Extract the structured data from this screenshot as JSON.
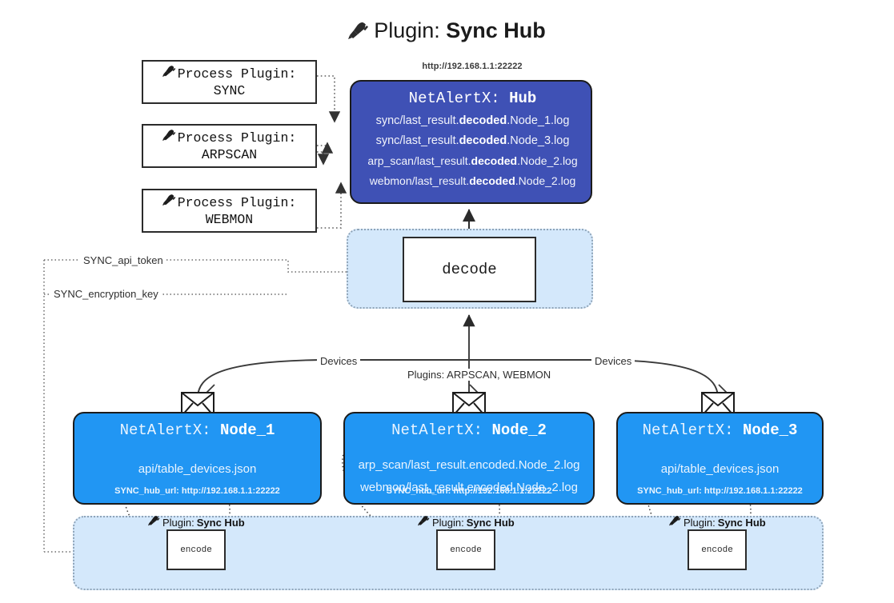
{
  "title": {
    "icon": "plug-icon",
    "prefix": "Plugin:",
    "name": "Sync Hub"
  },
  "hub": {
    "url": "http://192.168.1.1:22222",
    "label_prefix": "NetAlertX:",
    "label_name": "Hub",
    "lines": [
      {
        "pre": "sync/last_result.",
        "mid": "decoded",
        "post": ".Node_1.log"
      },
      {
        "pre": "sync/last_result.",
        "mid": "decoded",
        "post": ".Node_3.log"
      },
      {
        "pre": "arp_scan/last_result.",
        "mid": "decoded",
        "post": ".Node_2.log"
      },
      {
        "pre": "webmon/last_result.",
        "mid": "decoded",
        "post": ".Node_2.log"
      }
    ],
    "fill": "#3f51b5"
  },
  "process_plugins": [
    {
      "icon": "plug-icon",
      "line1": "Process Plugin:",
      "line2": "SYNC"
    },
    {
      "icon": "plug-icon",
      "line1": "Process Plugin:",
      "line2": "ARPSCAN"
    },
    {
      "icon": "plug-icon",
      "line1": "Process Plugin:",
      "line2": "WEBMON"
    }
  ],
  "decode": {
    "label": "decode",
    "band_fill": "#d4e8fb"
  },
  "edge_labels": {
    "devices_left": "Devices",
    "devices_right": "Devices",
    "plugins_mid": "Plugins: ARPSCAN, WEBMON",
    "api_token": "SYNC_api_token",
    "encryption_key": "SYNC_encryption_key"
  },
  "nodes": [
    {
      "title_prefix": "NetAlertX:",
      "title_name": "Node_1",
      "lines": [
        "api/table_devices.json"
      ],
      "footer": "SYNC_hub_url: http://192.168.1.1:22222",
      "envelope": "envelope-icon",
      "fill": "#2196f3"
    },
    {
      "title_prefix": "NetAlertX:",
      "title_name": "Node_2",
      "lines": [
        "arp_scan/last_result.encoded.Node_2.log",
        "webmon/last_result.encoded.Node_2.log"
      ],
      "footer": "SYNC_hub_url: http://192.168.1.1:22222",
      "envelope": "envelope-icon",
      "fill": "#2196f3"
    },
    {
      "title_prefix": "NetAlertX:",
      "title_name": "Node_3",
      "lines": [
        "api/table_devices.json"
      ],
      "footer": "SYNC_hub_url: http://192.168.1.1:22222",
      "envelope": "envelope-icon",
      "fill": "#2196f3"
    }
  ],
  "encoders": [
    {
      "icon": "plug-icon",
      "label_prefix": "Plugin:",
      "label_name": "Sync Hub",
      "box_label": "encode"
    },
    {
      "icon": "plug-icon",
      "label_prefix": "Plugin:",
      "label_name": "Sync Hub",
      "box_label": "encode"
    },
    {
      "icon": "plug-icon",
      "label_prefix": "Plugin:",
      "label_name": "Sync Hub",
      "box_label": "encode"
    }
  ]
}
